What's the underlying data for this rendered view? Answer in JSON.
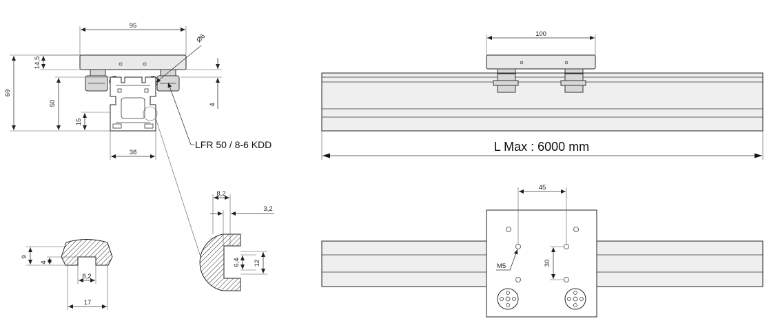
{
  "section_view": {
    "dim_width_plate": "95",
    "dim_hole_diameter": "Ø6",
    "dim_plate_thickness": "14,5",
    "dim_total_height": "69",
    "dim_profile_height": "50",
    "dim_offset_right": "4",
    "dim_low": "15",
    "dim_base_width": "38",
    "callout_label": "LFR 50 / 8-6 KDD"
  },
  "side_view": {
    "dim_plate_length": "100",
    "length_label": "L Max : 6000 mm"
  },
  "top_view": {
    "dim_hole_spacing_x": "45",
    "dim_hole_spacing_y": "30",
    "thread_label": "M5"
  },
  "rail_detail": {
    "dim_height": "9",
    "dim_slot": "4",
    "dim_neck": "8,2",
    "dim_width": "17"
  },
  "roller_detail": {
    "dim_inner": "8,2",
    "dim_lip": "3,2",
    "dim_groove": "6,4",
    "dim_height": "12"
  }
}
